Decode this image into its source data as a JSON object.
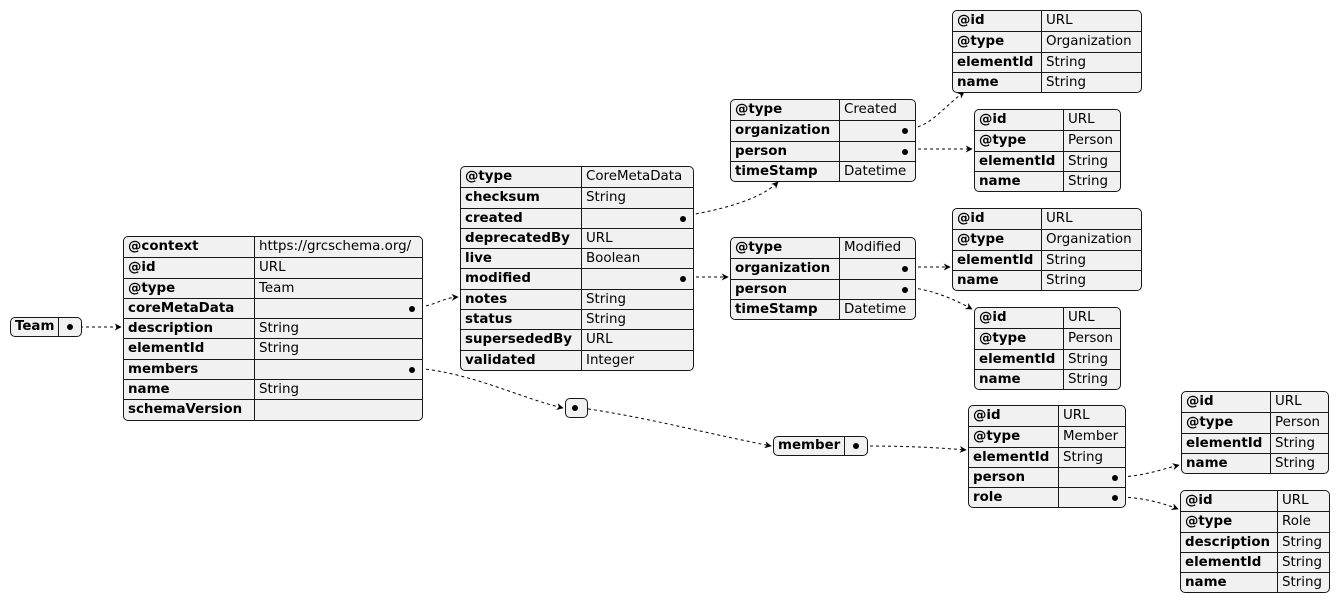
{
  "diagram": {
    "root": {
      "label": "Team"
    },
    "array_node": {
      "label": ""
    },
    "member_node": {
      "label": "member"
    },
    "tables": {
      "team": {
        "rows": [
          {
            "key": "@context",
            "value": "https://grcschema.org/"
          },
          {
            "key": "@id",
            "value": "URL"
          },
          {
            "key": "@type",
            "value": "Team"
          },
          {
            "key": "coreMetaData",
            "value": "",
            "link": true
          },
          {
            "key": "description",
            "value": "String"
          },
          {
            "key": "elementId",
            "value": "String"
          },
          {
            "key": "members",
            "value": "",
            "link": true
          },
          {
            "key": "name",
            "value": "String"
          },
          {
            "key": "schemaVersion",
            "value": ""
          }
        ]
      },
      "coreMetaData": {
        "rows": [
          {
            "key": "@type",
            "value": "CoreMetaData"
          },
          {
            "key": "checksum",
            "value": "String"
          },
          {
            "key": "created",
            "value": "",
            "link": true
          },
          {
            "key": "deprecatedBy",
            "value": "URL"
          },
          {
            "key": "live",
            "value": "Boolean"
          },
          {
            "key": "modified",
            "value": "",
            "link": true
          },
          {
            "key": "notes",
            "value": "String"
          },
          {
            "key": "status",
            "value": "String"
          },
          {
            "key": "supersededBy",
            "value": "URL"
          },
          {
            "key": "validated",
            "value": "Integer"
          }
        ]
      },
      "created": {
        "rows": [
          {
            "key": "@type",
            "value": "Created"
          },
          {
            "key": "organization",
            "value": "",
            "link": true
          },
          {
            "key": "person",
            "value": "",
            "link": true
          },
          {
            "key": "timeStamp",
            "value": "Datetime"
          }
        ]
      },
      "createdOrganization": {
        "rows": [
          {
            "key": "@id",
            "value": "URL"
          },
          {
            "key": "@type",
            "value": "Organization"
          },
          {
            "key": "elementId",
            "value": "String"
          },
          {
            "key": "name",
            "value": "String"
          }
        ]
      },
      "createdPerson": {
        "rows": [
          {
            "key": "@id",
            "value": "URL"
          },
          {
            "key": "@type",
            "value": "Person"
          },
          {
            "key": "elementId",
            "value": "String"
          },
          {
            "key": "name",
            "value": "String"
          }
        ]
      },
      "modified": {
        "rows": [
          {
            "key": "@type",
            "value": "Modified"
          },
          {
            "key": "organization",
            "value": "",
            "link": true
          },
          {
            "key": "person",
            "value": "",
            "link": true
          },
          {
            "key": "timeStamp",
            "value": "Datetime"
          }
        ]
      },
      "modifiedOrganization": {
        "rows": [
          {
            "key": "@id",
            "value": "URL"
          },
          {
            "key": "@type",
            "value": "Organization"
          },
          {
            "key": "elementId",
            "value": "String"
          },
          {
            "key": "name",
            "value": "String"
          }
        ]
      },
      "modifiedPerson": {
        "rows": [
          {
            "key": "@id",
            "value": "URL"
          },
          {
            "key": "@type",
            "value": "Person"
          },
          {
            "key": "elementId",
            "value": "String"
          },
          {
            "key": "name",
            "value": "String"
          }
        ]
      },
      "member": {
        "rows": [
          {
            "key": "@id",
            "value": "URL"
          },
          {
            "key": "@type",
            "value": "Member"
          },
          {
            "key": "elementId",
            "value": "String"
          },
          {
            "key": "person",
            "value": "",
            "link": true
          },
          {
            "key": "role",
            "value": "",
            "link": true
          }
        ]
      },
      "memberPerson": {
        "rows": [
          {
            "key": "@id",
            "value": "URL"
          },
          {
            "key": "@type",
            "value": "Person"
          },
          {
            "key": "elementId",
            "value": "String"
          },
          {
            "key": "name",
            "value": "String"
          }
        ]
      },
      "memberRole": {
        "rows": [
          {
            "key": "@id",
            "value": "URL"
          },
          {
            "key": "@type",
            "value": "Role"
          },
          {
            "key": "description",
            "value": "String"
          },
          {
            "key": "elementId",
            "value": "String"
          },
          {
            "key": "name",
            "value": "String"
          }
        ]
      }
    }
  }
}
